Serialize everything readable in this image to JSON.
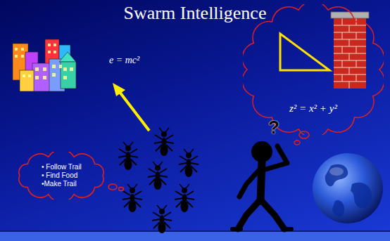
{
  "diagram": {
    "title": "Swarm Intelligence",
    "nodes": [
      {
        "text": [
          "z² = x² + y²"
        ]
      },
      {
        "text": [
          "• Follow Trail",
          "• Find Food",
          "•Make Trail"
        ]
      }
    ],
    "labels": [
      "e = mc²",
      "?"
    ]
  }
}
